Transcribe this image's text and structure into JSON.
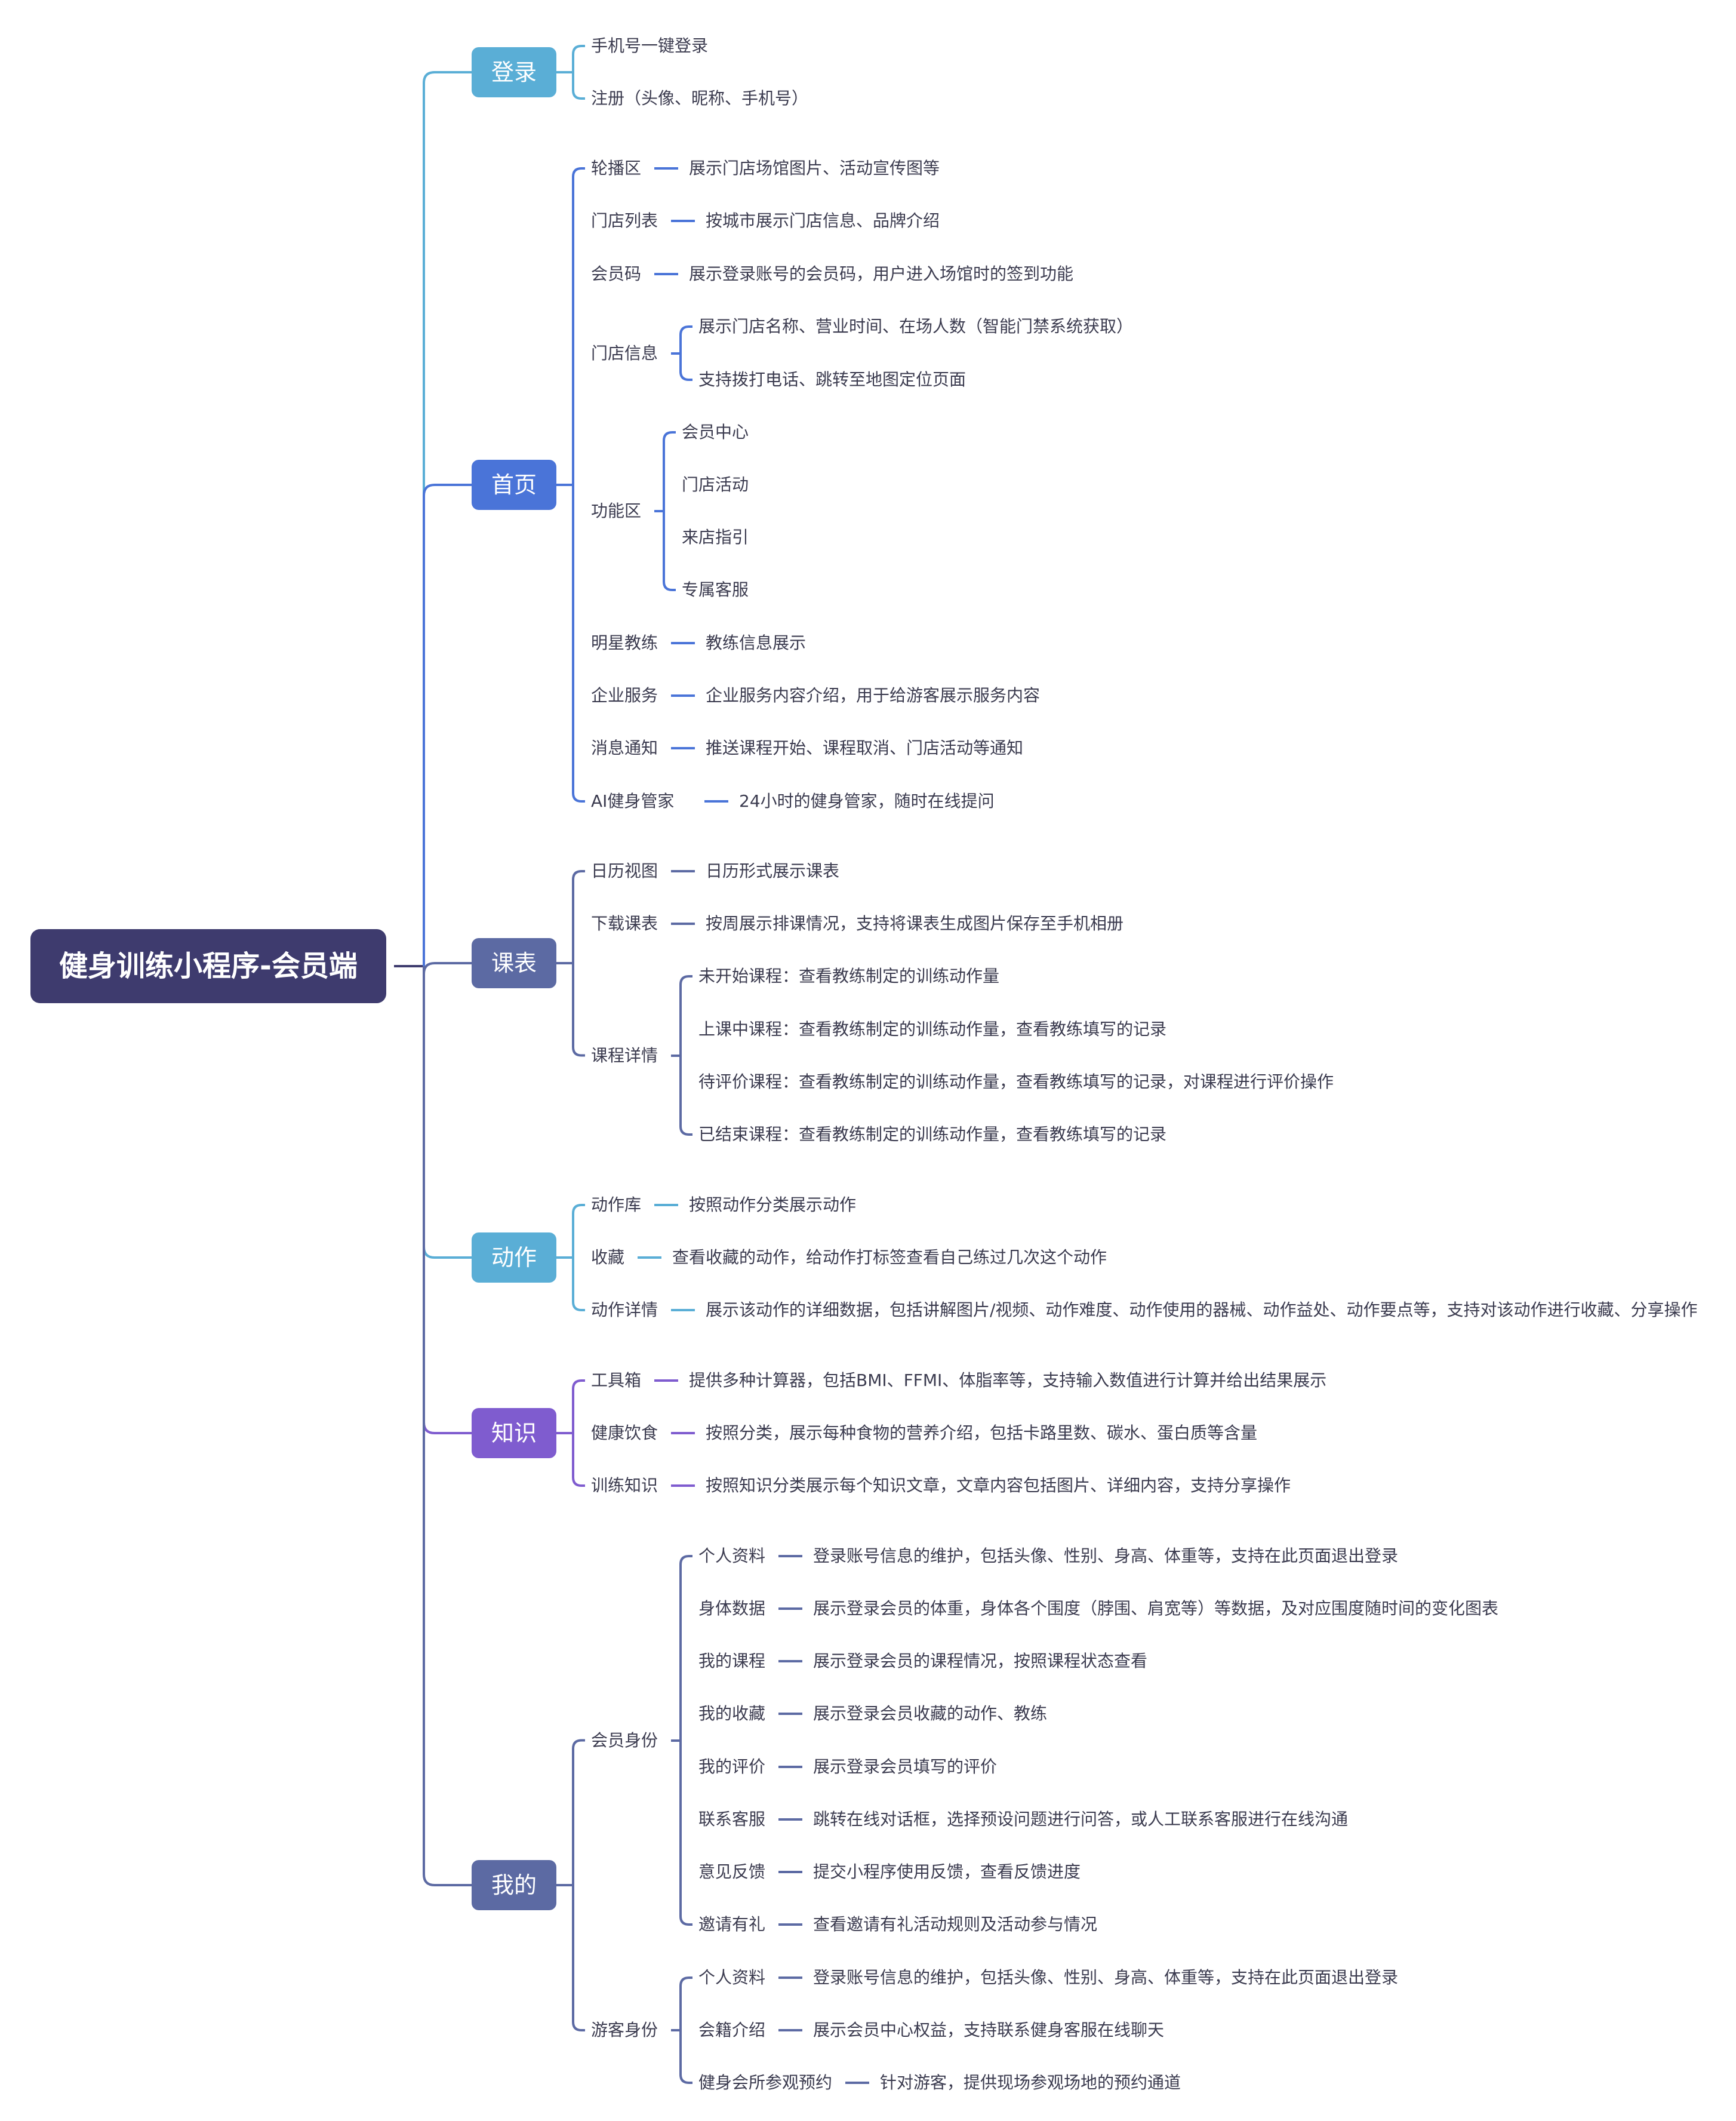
{
  "root": {
    "title": "健身训练小程序-会员端",
    "color": "#3e3b6e"
  },
  "branches": [
    {
      "id": "login",
      "label": "登录",
      "color": "#5aaed6",
      "children": [
        {
          "label": "手机号一键登录"
        },
        {
          "label": "注册（头像、昵称、手机号）"
        }
      ]
    },
    {
      "id": "home",
      "label": "首页",
      "color": "#4a74d8",
      "children": [
        {
          "label": "轮播区",
          "children": [
            {
              "label": "展示门店场馆图片、活动宣传图等"
            }
          ]
        },
        {
          "label": "门店列表",
          "children": [
            {
              "label": "按城市展示门店信息、品牌介绍"
            }
          ]
        },
        {
          "label": "会员码",
          "children": [
            {
              "label": "展示登录账号的会员码，用户进入场馆时的签到功能"
            }
          ]
        },
        {
          "label": "门店信息",
          "children": [
            {
              "label": "展示门店名称、营业时间、在场人数（智能门禁系统获取）"
            },
            {
              "label": "支持拨打电话、跳转至地图定位页面"
            }
          ]
        },
        {
          "label": "功能区",
          "children": [
            {
              "label": "会员中心"
            },
            {
              "label": "门店活动"
            },
            {
              "label": "来店指引"
            },
            {
              "label": "专属客服"
            }
          ]
        },
        {
          "label": "明星教练",
          "children": [
            {
              "label": "教练信息展示"
            }
          ]
        },
        {
          "label": "企业服务",
          "children": [
            {
              "label": "企业服务内容介绍，用于给游客展示服务内容"
            }
          ]
        },
        {
          "label": "消息通知",
          "children": [
            {
              "label": "推送课程开始、课程取消、门店活动等通知"
            }
          ]
        },
        {
          "label": "AI健身管家",
          "children": [
            {
              "label": "24小时的健身管家，随时在线提问"
            }
          ]
        }
      ]
    },
    {
      "id": "schedule",
      "label": "课表",
      "color": "#5c6aa3",
      "children": [
        {
          "label": "日历视图",
          "children": [
            {
              "label": "日历形式展示课表"
            }
          ]
        },
        {
          "label": "下载课表",
          "children": [
            {
              "label": "按周展示排课情况，支持将课表生成图片保存至手机相册"
            }
          ]
        },
        {
          "label": "课程详情",
          "children": [
            {
              "label": "未开始课程：查看教练制定的训练动作量"
            },
            {
              "label": "上课中课程：查看教练制定的训练动作量，查看教练填写的记录"
            },
            {
              "label": "待评价课程：查看教练制定的训练动作量，查看教练填写的记录，对课程进行评价操作"
            },
            {
              "label": "已结束课程：查看教练制定的训练动作量，查看教练填写的记录"
            }
          ]
        }
      ]
    },
    {
      "id": "actions",
      "label": "动作",
      "color": "#5aaed6",
      "children": [
        {
          "label": "动作库",
          "children": [
            {
              "label": "按照动作分类展示动作"
            }
          ]
        },
        {
          "label": "收藏",
          "children": [
            {
              "label": "查看收藏的动作，给动作打标签查看自己练过几次这个动作"
            }
          ]
        },
        {
          "label": "动作详情",
          "children": [
            {
              "label": "展示该动作的详细数据，包括讲解图片/视频、动作难度、动作使用的器械、动作益处、动作要点等，支持对该动作进行收藏、分享操作"
            }
          ]
        }
      ]
    },
    {
      "id": "knowledge",
      "label": "知识",
      "color": "#7f5ccf",
      "children": [
        {
          "label": "工具箱",
          "children": [
            {
              "label": "提供多种计算器，包括BMI、FFMI、体脂率等，支持输入数值进行计算并给出结果展示"
            }
          ]
        },
        {
          "label": "健康饮食",
          "children": [
            {
              "label": "按照分类，展示每种食物的营养介绍，包括卡路里数、碳水、蛋白质等含量"
            }
          ]
        },
        {
          "label": "训练知识",
          "children": [
            {
              "label": "按照知识分类展示每个知识文章，文章内容包括图片、详细内容，支持分享操作"
            }
          ]
        }
      ]
    },
    {
      "id": "mine",
      "label": "我的",
      "color": "#5c6aa3",
      "children": [
        {
          "label": "会员身份",
          "children": [
            {
              "label": "个人资料",
              "children": [
                {
                  "label": "登录账号信息的维护，包括头像、性别、身高、体重等，支持在此页面退出登录"
                }
              ]
            },
            {
              "label": "身体数据",
              "children": [
                {
                  "label": "展示登录会员的体重，身体各个围度（脖围、肩宽等）等数据，及对应围度随时间的变化图表"
                }
              ]
            },
            {
              "label": "我的课程",
              "children": [
                {
                  "label": "展示登录会员的课程情况，按照课程状态查看"
                }
              ]
            },
            {
              "label": "我的收藏",
              "children": [
                {
                  "label": "展示登录会员收藏的动作、教练"
                }
              ]
            },
            {
              "label": "我的评价",
              "children": [
                {
                  "label": "展示登录会员填写的评价"
                }
              ]
            },
            {
              "label": "联系客服",
              "children": [
                {
                  "label": "跳转在线对话框，选择预设问题进行问答，或人工联系客服进行在线沟通"
                }
              ]
            },
            {
              "label": "意见反馈",
              "children": [
                {
                  "label": "提交小程序使用反馈，查看反馈进度"
                }
              ]
            },
            {
              "label": "邀请有礼",
              "children": [
                {
                  "label": "查看邀请有礼活动规则及活动参与情况"
                }
              ]
            }
          ]
        },
        {
          "label": "游客身份",
          "children": [
            {
              "label": "个人资料",
              "children": [
                {
                  "label": "登录账号信息的维护，包括头像、性别、身高、体重等，支持在此页面退出登录"
                }
              ]
            },
            {
              "label": "会籍介绍",
              "children": [
                {
                  "label": "展示会员中心权益，支持联系健身客服在线聊天"
                }
              ]
            },
            {
              "label": "健身会所参观预约",
              "children": [
                {
                  "label": "针对游客，提供现场参观场地的预约通道"
                }
              ]
            }
          ]
        }
      ]
    }
  ]
}
